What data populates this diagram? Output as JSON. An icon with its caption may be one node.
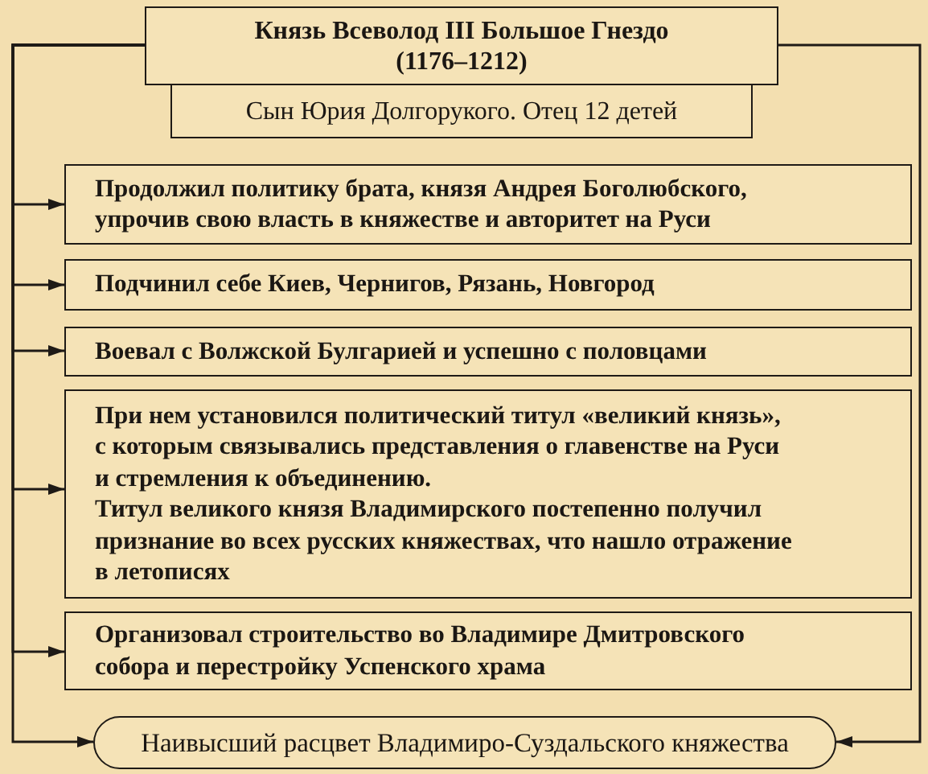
{
  "diagram": {
    "nodes": [
      {
        "text": [
          "Князь Всеволод III Большое Гнездо",
          "(1176–1212)"
        ]
      },
      {
        "text": [
          "Сын Юрия Долгорукого. Отец 12 детей"
        ]
      },
      {
        "text": [
          "Продолжил политику брата, князя Андрея Боголюбского, упрочив свою власть в княжестве и авторитет на Руси"
        ]
      },
      {
        "text": [
          "Подчинил себе Киев, Чернигов, Рязань, Новгород"
        ]
      },
      {
        "text": [
          "Воевал с Волжской Булгарией и успешно с половцами"
        ]
      },
      {
        "text": [
          "При нем установился политический титул «великий князь», с которым связывались представления о главенстве на Руси и стремления к объединению.",
          "Титул великого князя Владимирского постепенно получил признание во всех русских княжествах, что нашло отражение в летописях"
        ]
      },
      {
        "text": [
          "Организовал строительство во Владимире Дмитровского собора и перестройку Успенского храма"
        ]
      },
      {
        "text": [
          "Наивысший расцвет Владимиро-Суздальского княжества"
        ]
      }
    ],
    "edges": [
      {
        "from": 0,
        "to": 2,
        "arrow": "to"
      },
      {
        "from": 0,
        "to": 3,
        "arrow": "to"
      },
      {
        "from": 0,
        "to": 4,
        "arrow": "to"
      },
      {
        "from": 0,
        "to": 5,
        "arrow": "to"
      },
      {
        "from": 0,
        "to": 6,
        "arrow": "to"
      },
      {
        "from": 0,
        "to": 7,
        "arrow": "to"
      },
      {
        "from": 0,
        "to": 7,
        "arrow": "to"
      }
    ]
  }
}
